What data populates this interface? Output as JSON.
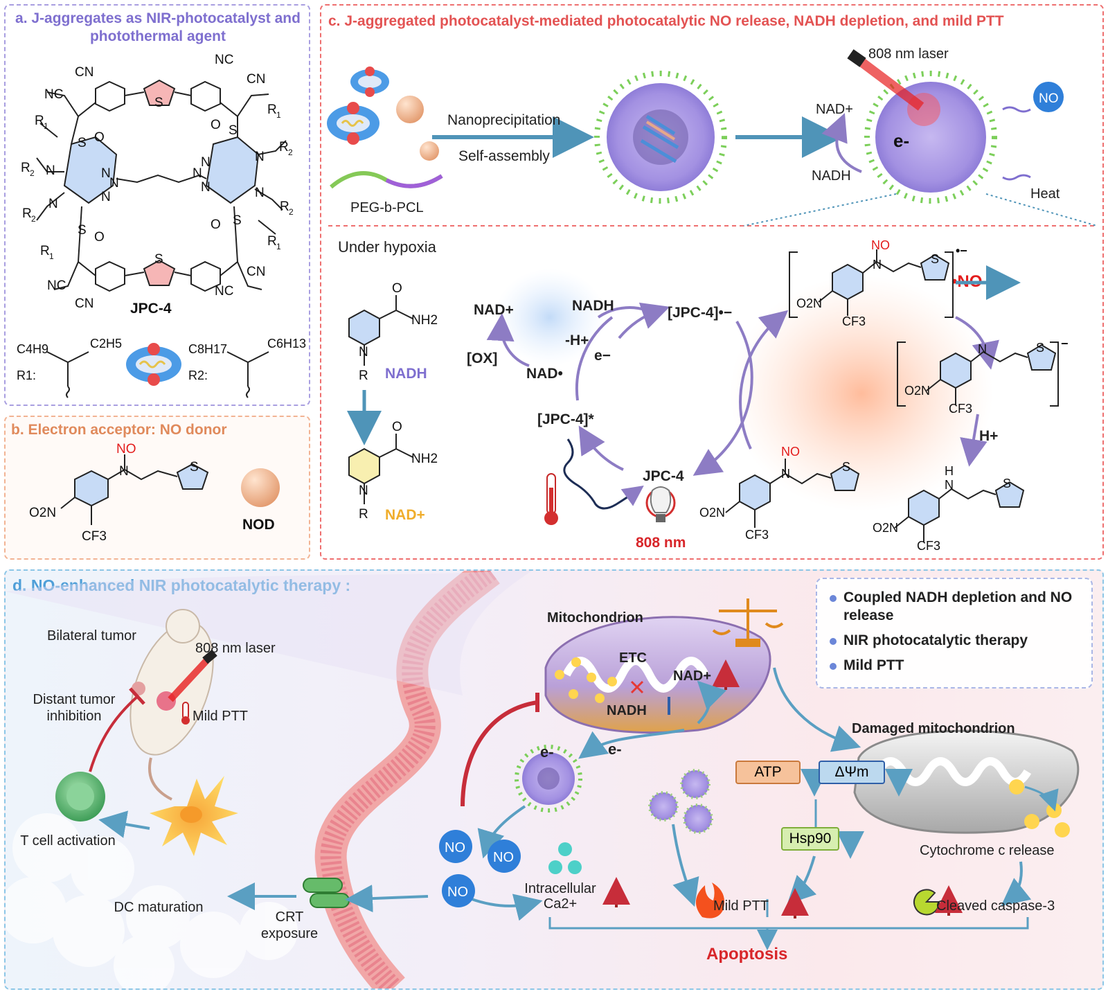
{
  "panel_a": {
    "title": "a. J-aggregates as NIR-photocatalyst and photothermal agent",
    "molecule_name": "JPC-4",
    "groups": [
      "CN",
      "NC",
      "S",
      "O",
      "N",
      "R1",
      "R2"
    ],
    "r1_label": "R1:",
    "r2_label": "R2:",
    "r1_substituents": [
      "C4H9",
      "C2H5"
    ],
    "r2_substituents": [
      "C8H17",
      "C6H13"
    ]
  },
  "panel_b": {
    "title": "b. Electron acceptor: NO donor",
    "no_group": "NO",
    "nitro": "O2N",
    "cf3": "CF3",
    "name": "NOD"
  },
  "panel_c": {
    "title": "c. J-aggregated photocatalyst-mediated photocatalytic NO release, NADH depletion, and mild PTT",
    "step1": "Nanoprecipitation",
    "step2": "Self-assembly",
    "polymer": "PEG-b-PCL",
    "laser": "808 nm laser",
    "nad_plus": "NAD+",
    "nadh": "NADH",
    "electron": "e-",
    "no_bubble": "NO",
    "heat": "Heat",
    "hypoxia": "Under hypoxia",
    "cycle": {
      "nadh": "NADH",
      "nad_plus": "NAD+",
      "nad_radical": "NAD•",
      "minus_h": "-H+",
      "ox": "[OX]",
      "jpc_radical": "[JPC-4]•−",
      "jpc_excited": "[JPC-4]*",
      "jpc": "JPC-4",
      "wavelength": "808 nm",
      "no_radical": "•NO",
      "h_plus": "H+",
      "electron": "e−"
    },
    "nadh_label": "NADH",
    "nadplus_label": "NAD+",
    "nh2": "NH2",
    "r": "R"
  },
  "panel_d": {
    "title": "d. NO-enhanced NIR photocatalytic therapy :",
    "legend": [
      "Coupled NADH depletion and NO release",
      "NIR photocatalytic therapy",
      "Mild PTT"
    ],
    "bilateral_tumor": "Bilateral tumor",
    "laser": "808 nm laser",
    "distant_tumor": "Distant tumor inhibition",
    "mild_ptt_mouse": "Mild PTT",
    "t_cell": "T cell activation",
    "dc": "DC maturation",
    "crt": "CRT exposure",
    "mitochondrion": "Mitochondrion",
    "etc": "ETC",
    "nad_plus": "NAD+",
    "nadh": "NADH",
    "electron1": "e-",
    "electron2": "e-",
    "no": "NO",
    "calcium_line1": "Intracellular",
    "calcium_line2": "Ca2+",
    "damaged": "Damaged mitochondrion",
    "atp": "ATP",
    "dpsi": "ΔΨm",
    "hsp90": "Hsp90",
    "cyto": "Cytochrome c release",
    "mild_ptt": "Mild PTT",
    "caspase": "Cleaved caspase-3",
    "apoptosis": "Apoptosis"
  },
  "colors": {
    "panel_a": "#7e6fcf",
    "panel_b": "#e08a5c",
    "panel_c": "#e35353",
    "panel_d": "#4f9fd8",
    "no_text": "#e31c1c",
    "molecule_blue": "#3f7fcf",
    "arrow_teal": "#4f94b8",
    "cycle_purple": "#8d7cc4",
    "apoptosis_red": "#d8262a"
  }
}
